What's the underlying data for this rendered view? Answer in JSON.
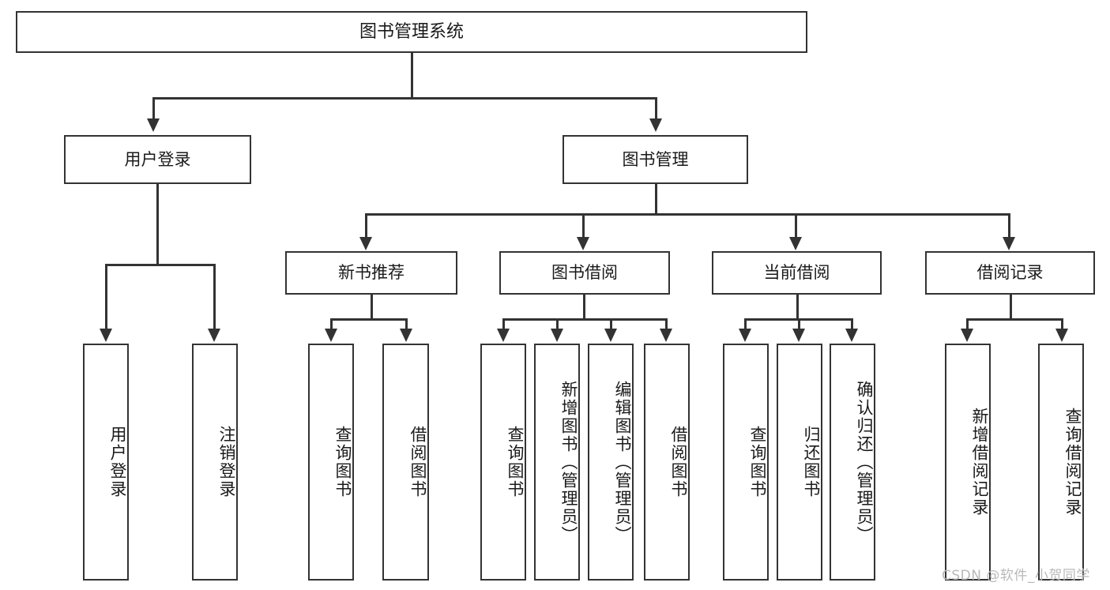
{
  "diagram": {
    "type": "tree-hierarchy-chart",
    "title": "图书管理系统",
    "line_color": "#333333",
    "box_fill": "#ffffff",
    "text_color": "#1a1a1a"
  },
  "nodes": {
    "root": {
      "label": "图书管理系统"
    },
    "level1": [
      {
        "id": "user-login",
        "label": "用户登录"
      },
      {
        "id": "book-management",
        "label": "图书管理"
      }
    ],
    "level2": [
      {
        "id": "new-book-recommend",
        "label": "新书推荐"
      },
      {
        "id": "book-borrow",
        "label": "图书借阅"
      },
      {
        "id": "current-borrow",
        "label": "当前借阅"
      },
      {
        "id": "borrow-record",
        "label": "借阅记录"
      }
    ],
    "leaves": {
      "user_login": [
        {
          "id": "leaf-user-login",
          "label": "用户登录"
        },
        {
          "id": "leaf-logout-login",
          "label": "注销登录"
        }
      ],
      "new_book_recommend": [
        {
          "id": "leaf-query-book-1",
          "label": "查询图书"
        },
        {
          "id": "leaf-borrow-book-1",
          "label": "借阅图书"
        }
      ],
      "book_borrow": [
        {
          "id": "leaf-query-book-2",
          "label": "查询图书"
        },
        {
          "id": "leaf-add-book",
          "label": "新增图书（管理员）"
        },
        {
          "id": "leaf-edit-book",
          "label": "编辑图书（管理员）"
        },
        {
          "id": "leaf-borrow-book-2",
          "label": "借阅图书"
        }
      ],
      "current_borrow": [
        {
          "id": "leaf-query-book-3",
          "label": "查询图书"
        },
        {
          "id": "leaf-return-book",
          "label": "归还图书"
        },
        {
          "id": "leaf-confirm-return",
          "label": "确认归还（管理员）"
        }
      ],
      "borrow_record": [
        {
          "id": "leaf-add-record",
          "label": "新增借阅记录"
        },
        {
          "id": "leaf-query-record",
          "label": "查询借阅记录"
        }
      ]
    }
  },
  "watermark": {
    "text": "CSDN @软件_小贺同学"
  }
}
